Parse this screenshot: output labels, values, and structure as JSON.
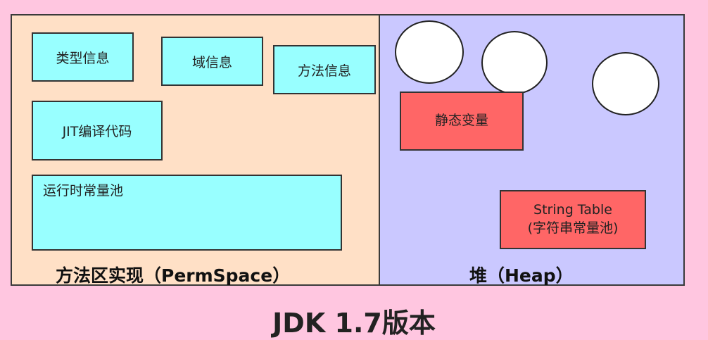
{
  "method_area": {
    "title": "方法区实现（PermSpace）",
    "items": {
      "type_info": "类型信息",
      "field_info": "域信息",
      "method_info": "方法信息",
      "jit_code": "JIT编译代码",
      "runtime_pool": "运行时常量池"
    }
  },
  "heap": {
    "title": "堆（Heap）",
    "static_vars": "静态变量",
    "string_table_line1": "String Table",
    "string_table_line2": "(字符串常量池)"
  },
  "caption": "JDK 1.7版本"
}
